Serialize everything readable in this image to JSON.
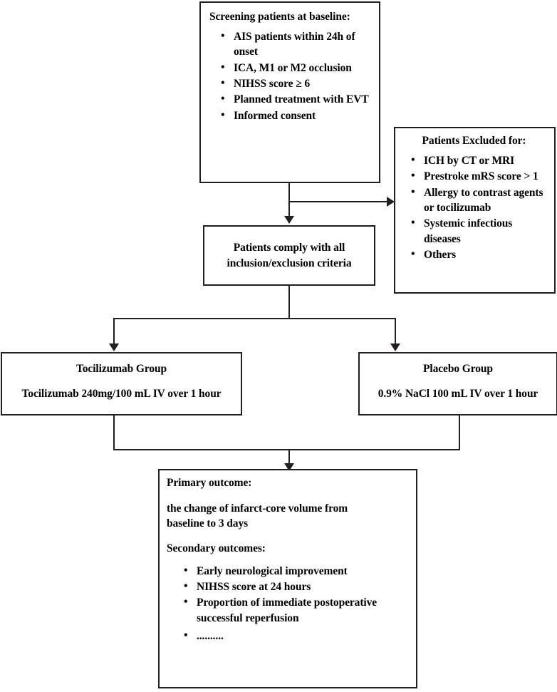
{
  "figure": {
    "type": "clinical-trial-flowchart",
    "line_color": "#231f20",
    "background": "#ffffff"
  },
  "nodes": {
    "screening": {
      "title": "Screening patients at baseline:",
      "bullets": [
        "AIS patients within 24h of onset",
        "ICA, M1 or M2 occlusion",
        "NIHSS score ≥ 6",
        "Planned treatment with EVT",
        "Informed consent"
      ]
    },
    "excluded": {
      "title": "Patients Excluded for:",
      "bullets": [
        "ICH by CT or MRI",
        "Prestroke mRS score > 1",
        "Allergy to contrast agents or tocilizumab",
        "Systemic infectious diseases",
        "Others"
      ]
    },
    "eligible": {
      "line1": "Patients comply with all",
      "line2": "inclusion/exclusion criteria"
    },
    "treatment_arm": {
      "title": "Tocilizumab Group",
      "detail": "Tocilizumab 240mg/100 mL IV over 1 hour"
    },
    "placebo_arm": {
      "title": "Placebo Group",
      "detail": "0.9% NaCl 100 mL  IV over 1 hour"
    },
    "outcomes": {
      "primary_label": "Primary outcome:",
      "primary_text_line1": "the change of infarct-core volume from",
      "primary_text_line2": "baseline to 3 days",
      "secondary_label": "Secondary outcomes:",
      "secondary_bullets": [
        "Early neurological improvement",
        "NIHSS score at 24 hours",
        "Proportion of immediate postoperative successful reperfusion",
        ".........."
      ]
    }
  }
}
